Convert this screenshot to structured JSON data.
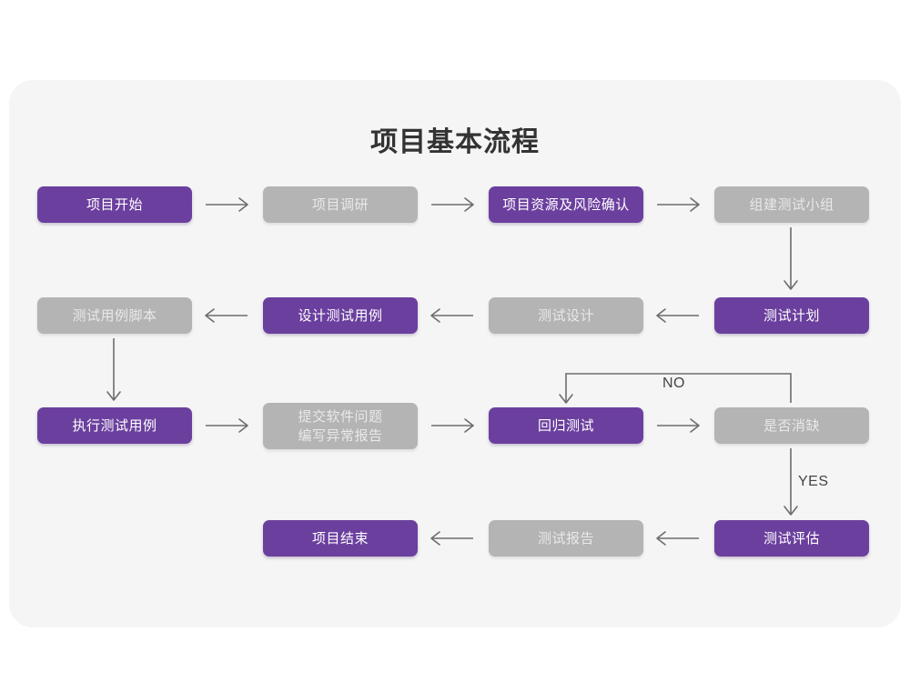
{
  "diagram": {
    "title": "项目基本流程",
    "colors": {
      "purple": "#6b3f9e",
      "gray": "#b4b4b4",
      "panel": "#f5f5f5",
      "page": "#ffffff",
      "connector": "#6d6d6d",
      "title_text": "#333333"
    },
    "nodes": [
      {
        "id": "n1",
        "label": "项目开始",
        "style": "purple",
        "row": 1,
        "col": 1
      },
      {
        "id": "n2",
        "label": "项目调研",
        "style": "gray",
        "row": 1,
        "col": 2
      },
      {
        "id": "n3",
        "label": "项目资源及风险确认",
        "style": "purple",
        "row": 1,
        "col": 3
      },
      {
        "id": "n4",
        "label": "组建测试小组",
        "style": "gray",
        "row": 1,
        "col": 4
      },
      {
        "id": "n5",
        "label": "测试计划",
        "style": "purple",
        "row": 2,
        "col": 4
      },
      {
        "id": "n6",
        "label": "测试设计",
        "style": "gray",
        "row": 2,
        "col": 3
      },
      {
        "id": "n7",
        "label": "设计测试用例",
        "style": "purple",
        "row": 2,
        "col": 2
      },
      {
        "id": "n8",
        "label": "测试用例脚本",
        "style": "gray",
        "row": 2,
        "col": 1
      },
      {
        "id": "n9",
        "label": "执行测试用例",
        "style": "purple",
        "row": 3,
        "col": 1
      },
      {
        "id": "n10",
        "label": "提交软件问题\n编写异常报告",
        "style": "gray",
        "row": 3,
        "col": 2
      },
      {
        "id": "n11",
        "label": "回归测试",
        "style": "purple",
        "row": 3,
        "col": 3
      },
      {
        "id": "n12",
        "label": "是否消缺",
        "style": "gray",
        "row": 3,
        "col": 4
      },
      {
        "id": "n13",
        "label": "测试评估",
        "style": "purple",
        "row": 4,
        "col": 4
      },
      {
        "id": "n14",
        "label": "测试报告",
        "style": "gray",
        "row": 4,
        "col": 3
      },
      {
        "id": "n15",
        "label": "项目结束",
        "style": "purple",
        "row": 4,
        "col": 2
      }
    ],
    "edge_labels": {
      "no": "NO",
      "yes": "YES"
    },
    "edges": [
      {
        "from": "n1",
        "to": "n2",
        "dir": "right"
      },
      {
        "from": "n2",
        "to": "n3",
        "dir": "right"
      },
      {
        "from": "n3",
        "to": "n4",
        "dir": "right"
      },
      {
        "from": "n4",
        "to": "n5",
        "dir": "down"
      },
      {
        "from": "n5",
        "to": "n6",
        "dir": "left"
      },
      {
        "from": "n6",
        "to": "n7",
        "dir": "left"
      },
      {
        "from": "n7",
        "to": "n8",
        "dir": "left"
      },
      {
        "from": "n8",
        "to": "n9",
        "dir": "down"
      },
      {
        "from": "n9",
        "to": "n10",
        "dir": "right"
      },
      {
        "from": "n10",
        "to": "n11",
        "dir": "right"
      },
      {
        "from": "n11",
        "to": "n12",
        "dir": "right"
      },
      {
        "from": "n12",
        "to": "n11",
        "dir": "loop-up-left",
        "label": "NO"
      },
      {
        "from": "n12",
        "to": "n13",
        "dir": "down",
        "label": "YES"
      },
      {
        "from": "n13",
        "to": "n14",
        "dir": "left"
      },
      {
        "from": "n14",
        "to": "n15",
        "dir": "left"
      }
    ]
  }
}
